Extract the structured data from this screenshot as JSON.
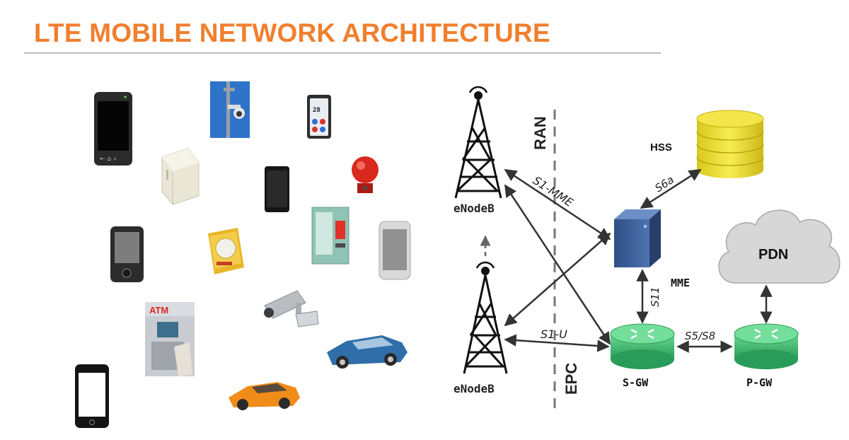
{
  "title": "LTE MOBILE NETWORK ARCHITECTURE",
  "colors": {
    "title": "#f07f2e",
    "rule": "#bdbdbd",
    "link": "#333333",
    "router": "#3fbf74",
    "server": "#3a5f99",
    "hss": "#f2e437"
  },
  "devices": {
    "atm_label": "ATM",
    "thermostat_reading": "28"
  },
  "diagram": {
    "ran_label": "RAN",
    "epc_label": "EPC",
    "enodeb_top": "eNodeB",
    "enodeb_bottom": "eNodeB",
    "hss": "HSS",
    "mme": "MME",
    "pdn": "PDN",
    "sgw": "S-GW",
    "pgw": "P-GW",
    "if_s1_mme": "S1-MME",
    "if_s6a": "S6a",
    "if_s11": "S11",
    "if_s1_u": "S1-U",
    "if_s5_s8": "S5/S8"
  }
}
